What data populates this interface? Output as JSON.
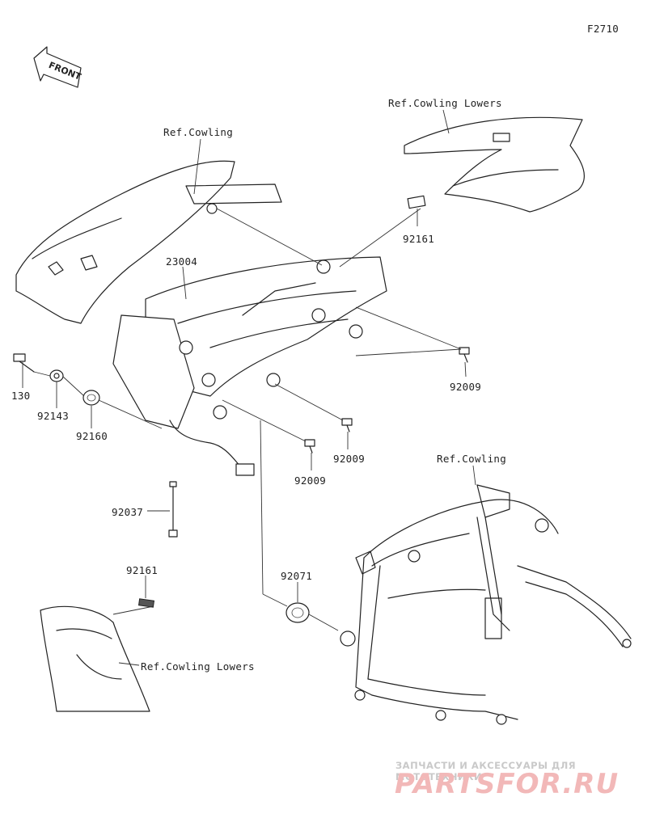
{
  "diagram_code": "F2710",
  "front_label": "FRONT",
  "refs": {
    "cowling_top": "Ref.Cowling",
    "cowling_lowers_top": "Ref.Cowling Lowers",
    "cowling_right": "Ref.Cowling",
    "cowling_lowers_bottom": "Ref.Cowling Lowers"
  },
  "parts": {
    "p23004": "23004",
    "p92161_top": "92161",
    "p92009_a": "92009",
    "p92009_b": "92009",
    "p92009_c": "92009",
    "p130": "130",
    "p92143": "92143",
    "p92160": "92160",
    "p92037": "92037",
    "p92161_bottom": "92161",
    "p92071": "92071"
  },
  "watermark": {
    "line1": "ЗАПЧАСТИ И АКСЕССУАРЫ ДЛЯ МОТОТЕХНИКИ",
    "line2": "PARTSFOR.RU"
  },
  "colors": {
    "line": "#222222",
    "watermark": "#f2b8b8"
  }
}
